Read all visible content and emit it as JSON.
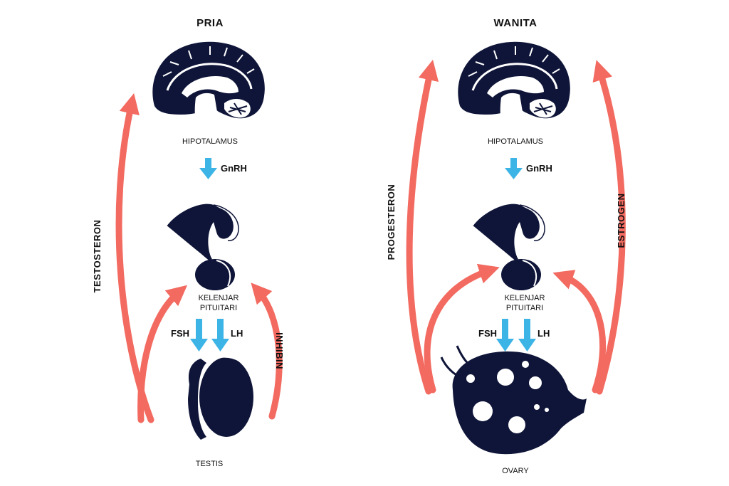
{
  "colors": {
    "organ": "#0f1538",
    "blue_arrow": "#3cb4e6",
    "red_arrow": "#f26a60",
    "text": "#111111"
  },
  "male": {
    "title": "PRIA",
    "hypothalamus": "HIPOTALAMUS",
    "gnrh": "GnRH",
    "pituitary_line1": "KELENJAR",
    "pituitary_line2": "PITUITARI",
    "fsh": "FSH",
    "lh": "LH",
    "gonad": "TESTIS",
    "feedback_left": "TESTOSTERON",
    "feedback_right": "INHIBIN"
  },
  "female": {
    "title": "WANITA",
    "hypothalamus": "HIPOTALAMUS",
    "gnrh": "GnRH",
    "pituitary_line1": "KELENJAR",
    "pituitary_line2": "PITUITARI",
    "fsh": "FSH",
    "lh": "LH",
    "gonad": "OVARY",
    "feedback_left": "PROGESTERON",
    "feedback_right": "ESTROGEN"
  }
}
